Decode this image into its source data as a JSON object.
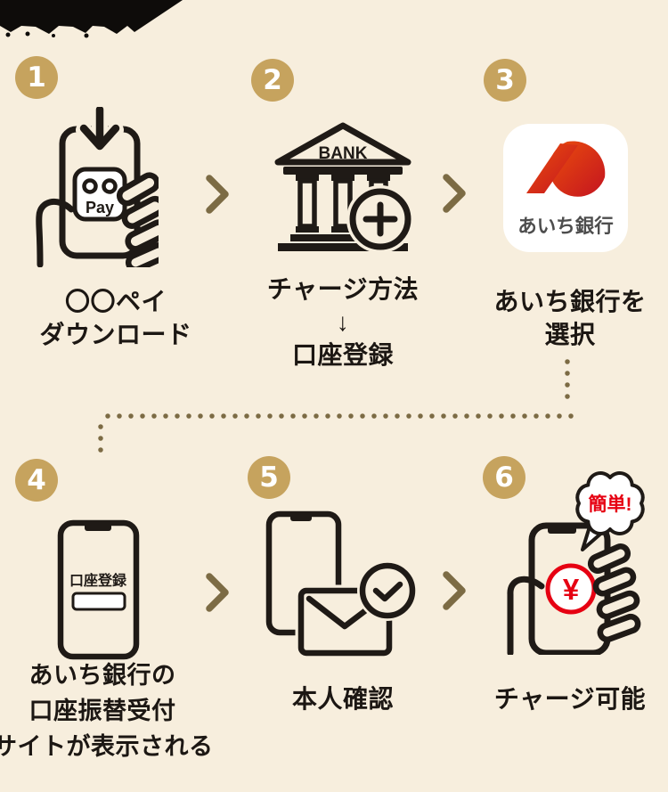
{
  "colors": {
    "background": "#f7eedd",
    "ink": "#1f1a16",
    "badge_gold": "#c6a35e",
    "chevron_olive": "#7c6b44",
    "accent_red": "#e60012",
    "logo_gradient_start": "#ea4e0c",
    "logo_gradient_end": "#c41420",
    "logo_text_gray": "#4d4d4d"
  },
  "steps": [
    {
      "number": "1",
      "caption_lines": [
        "〇〇ペイ",
        "ダウンロード"
      ]
    },
    {
      "number": "2",
      "caption_lines": [
        "チャージ方法",
        "↓",
        "口座登録"
      ]
    },
    {
      "number": "3",
      "caption_lines": [
        "あいち銀行を",
        "選択"
      ]
    },
    {
      "number": "4",
      "caption_lines": [
        "あいち銀行の",
        "口座振替受付",
        "サイトが表示される"
      ]
    },
    {
      "number": "5",
      "caption_lines": [
        "本人確認"
      ]
    },
    {
      "number": "6",
      "caption_lines": [
        "チャージ可能"
      ]
    }
  ],
  "icons": {
    "pay_label": "Pay",
    "bank_label": "BANK",
    "aichi_app_label": "あいち銀行",
    "screen_form_label": "口座登録",
    "bubble_label": "簡単!",
    "yen_symbol": "¥"
  }
}
